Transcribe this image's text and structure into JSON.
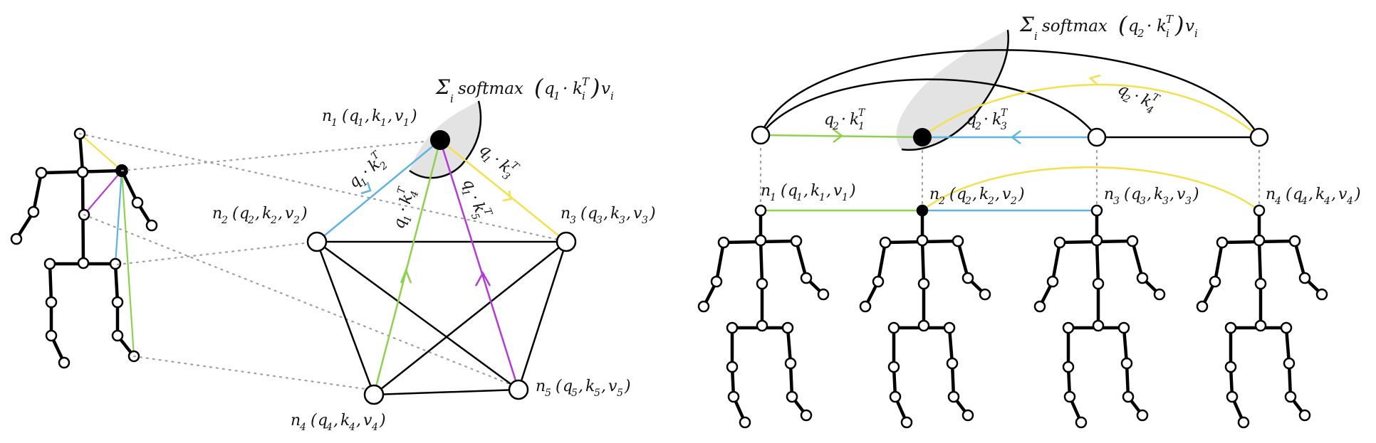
{
  "nodes_spatial": [
    {
      "name": "n",
      "sub": "1",
      "q": "q",
      "qsub": "1",
      "k": "k",
      "ksub": "1",
      "v": "v",
      "vsub": "1"
    },
    {
      "name": "n",
      "sub": "2",
      "q": "q",
      "qsub": "2",
      "k": "k",
      "ksub": "2",
      "v": "v",
      "vsub": "2"
    },
    {
      "name": "n",
      "sub": "3",
      "q": "q",
      "qsub": "3",
      "k": "k",
      "ksub": "3",
      "v": "v",
      "vsub": "3"
    },
    {
      "name": "n",
      "sub": "4",
      "q": "q",
      "qsub": "4",
      "k": "k",
      "ksub": "4",
      "v": "v",
      "vsub": "4"
    },
    {
      "name": "n",
      "sub": "5",
      "q": "q",
      "qsub": "5",
      "k": "k",
      "ksub": "5",
      "v": "v",
      "vsub": "5"
    }
  ],
  "nodes_temporal": [
    {
      "name": "n",
      "sub": "1",
      "q": "q",
      "qsub": "1",
      "k": "k",
      "ksub": "1",
      "v": "v",
      "vsub": "1"
    },
    {
      "name": "n",
      "sub": "2",
      "q": "q",
      "qsub": "2",
      "k": "k",
      "ksub": "2",
      "v": "v",
      "vsub": "2"
    },
    {
      "name": "n",
      "sub": "3",
      "q": "q",
      "qsub": "3",
      "k": "k",
      "ksub": "3",
      "v": "v",
      "vsub": "3"
    },
    {
      "name": "n",
      "sub": "4",
      "q": "q",
      "qsub": "4",
      "k": "k",
      "ksub": "4",
      "v": "v",
      "vsub": "4"
    }
  ],
  "formula_left": {
    "sigma": "Σ",
    "idx": "i",
    "fn": "softmax",
    "q": "q",
    "qsub": "1",
    "k": "k",
    "ksub": "i",
    "ksup": "T",
    "v": "v",
    "vsub": "i"
  },
  "formula_right": {
    "sigma": "Σ",
    "idx": "i",
    "fn": "softmax",
    "q": "q",
    "qsub": "2",
    "k": "k",
    "ksub": "i",
    "ksup": "T",
    "v": "v",
    "vsub": "i"
  },
  "edges_left": [
    {
      "q": "q",
      "qsub": "1",
      "k": "k",
      "ksub": "2",
      "sup": "T"
    },
    {
      "q": "q",
      "qsub": "1",
      "k": "k",
      "ksub": "3",
      "sup": "T"
    },
    {
      "q": "q",
      "qsub": "1",
      "k": "k",
      "ksub": "4",
      "sup": "T"
    },
    {
      "q": "q",
      "qsub": "1",
      "k": "k",
      "ksub": "5",
      "sup": "T"
    }
  ],
  "edges_right": [
    {
      "q": "q",
      "qsub": "2",
      "k": "k",
      "ksub": "1",
      "sup": "T"
    },
    {
      "q": "q",
      "qsub": "2",
      "k": "k",
      "ksub": "3",
      "sup": "T"
    },
    {
      "q": "q",
      "qsub": "2",
      "k": "k",
      "ksub": "4",
      "sup": "T"
    }
  ],
  "colors": {
    "query_node": "#000000",
    "edge_green": "#8fd14f",
    "edge_blue": "#5fb3e0",
    "edge_yellow": "#f4e04d",
    "edge_purple": "#b23bd6",
    "focus_fill": "#e3e3e3",
    "dotted": "#a0a0a0",
    "stroke": "#000000"
  }
}
